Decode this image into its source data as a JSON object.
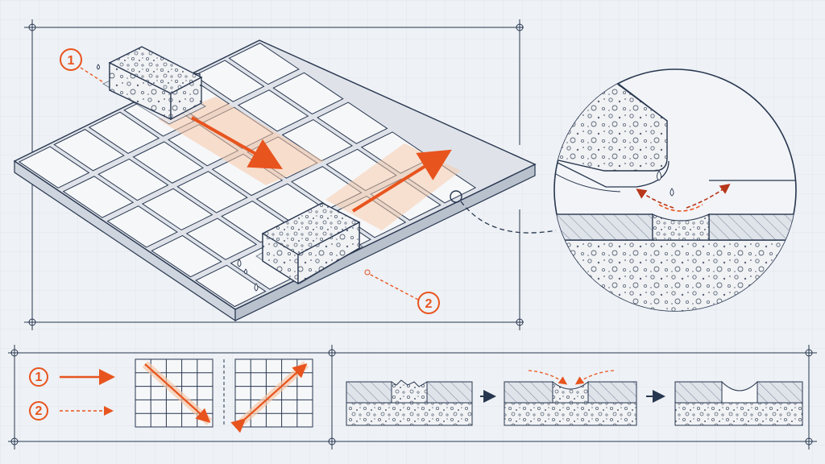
{
  "colors": {
    "background": "#eef1f5",
    "grid": "#d9dee6",
    "ink": "#27364f",
    "accent": "#e8541e",
    "accent_light": "#f7c9a8",
    "tile_top": "#f4f5f7",
    "grout": "#dfe3e9"
  },
  "callouts": [
    {
      "number": "1"
    },
    {
      "number": "2"
    }
  ],
  "legend": {
    "items": [
      {
        "number": "1",
        "line_style": "solid-arrow"
      },
      {
        "number": "2",
        "line_style": "dashed-arrow"
      }
    ],
    "diagonal_grids": [
      {
        "direction": "top-left-to-bottom-right"
      },
      {
        "direction": "bottom-left-to-top-right"
      }
    ],
    "grout_stages": [
      "excess-grout",
      "sponge-wiping",
      "finished-joint"
    ]
  },
  "icons": [
    "sponge-icon",
    "water-drop-icon",
    "wipe-arrow-icon",
    "magnifier-circle-icon"
  ]
}
